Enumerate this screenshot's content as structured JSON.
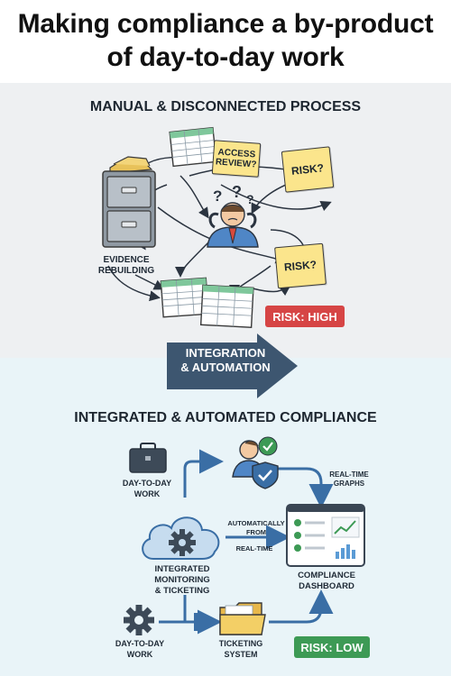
{
  "title": {
    "line1": "Making compliance a by-product",
    "line2": "of day-to-day work"
  },
  "top_section": {
    "heading": "MANUAL & DISCONNECTED PROCESS",
    "evidence_label_1": "EVIDENCE",
    "evidence_label_2": "REBUILDING",
    "notes": {
      "access_review_1": "ACCESS",
      "access_review_2": "REVIEW?",
      "risk_1": "RISK?",
      "risk_2": "RISK?"
    },
    "confusion_marks": [
      "?",
      "?",
      "?"
    ],
    "risk_badge": "RISK: HIGH",
    "risk_color": "#d64545"
  },
  "transition_arrow": {
    "line1": "INTEGRATION",
    "line2": "& AUTOMATION",
    "color": "#3d5670"
  },
  "bottom_section": {
    "heading": "INTEGRATED & AUTOMATED COMPLIANCE",
    "day_work_top_1": "DAY-TO-DAY",
    "day_work_top_2": "WORK",
    "monitoring_1": "INTEGRATED",
    "monitoring_2": "MONITORING",
    "monitoring_3": "& TICKETING",
    "auto_1": "AUTOMATICALLY",
    "auto_2": "FROM",
    "auto_3": "REAL-TIME",
    "graphs_1": "REAL-TIME",
    "graphs_2": "GRAPHS",
    "dashboard_1": "COMPLIANCE",
    "dashboard_2": "DASHBOARD",
    "day_work_bottom_1": "DAY-TO-DAY",
    "day_work_bottom_2": "WORK",
    "ticketing_1": "TICKETING",
    "ticketing_2": "SYSTEM",
    "risk_badge": "RISK: LOW",
    "risk_color": "#3d9a55"
  }
}
